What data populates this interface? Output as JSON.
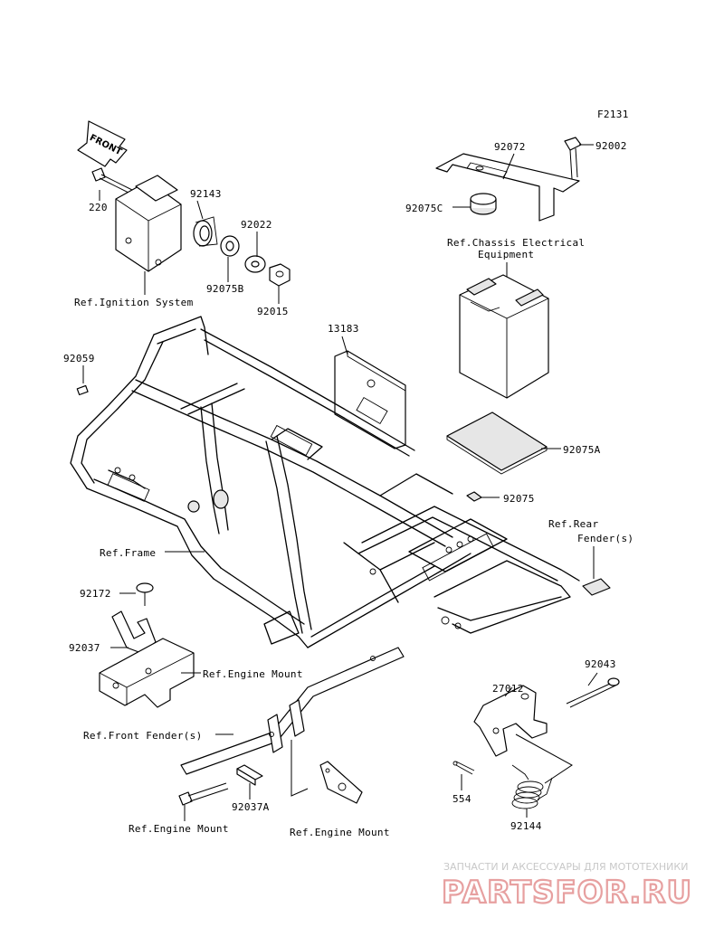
{
  "figure_code": "F2131",
  "front_arrow_label": "FRONT",
  "labels": {
    "p220": "220",
    "p92143": "92143",
    "p92022": "92022",
    "p92075B": "92075B",
    "p92015": "92015",
    "ref_ignition": "Ref.Ignition System",
    "p92072": "92072",
    "p92002": "92002",
    "p92075C": "92075C",
    "ref_chassis_1": "Ref.Chassis Electrical",
    "ref_chassis_2": "Equipment",
    "p13183": "13183",
    "p92059": "92059",
    "p92075A": "92075A",
    "p92075": "92075",
    "ref_rear_1": "Ref.Rear",
    "ref_rear_2": "Fender(s)",
    "ref_frame": "Ref.Frame",
    "p92172": "92172",
    "p92037": "92037",
    "ref_engine_mount_1": "Ref.Engine Mount",
    "p27012": "27012",
    "p92043": "92043",
    "ref_front_fender": "Ref.Front Fender(s)",
    "p554": "554",
    "p92037A": "92037A",
    "ref_engine_mount_2": "Ref.Engine Mount",
    "ref_engine_mount_3": "Ref.Engine Mount",
    "p92144": "92144"
  },
  "watermark": {
    "subtitle": "ЗАПЧАСТИ И АКСЕССУАРЫ ДЛЯ МОТОТЕХНИКИ",
    "brand": "PARTSFOR.RU"
  }
}
